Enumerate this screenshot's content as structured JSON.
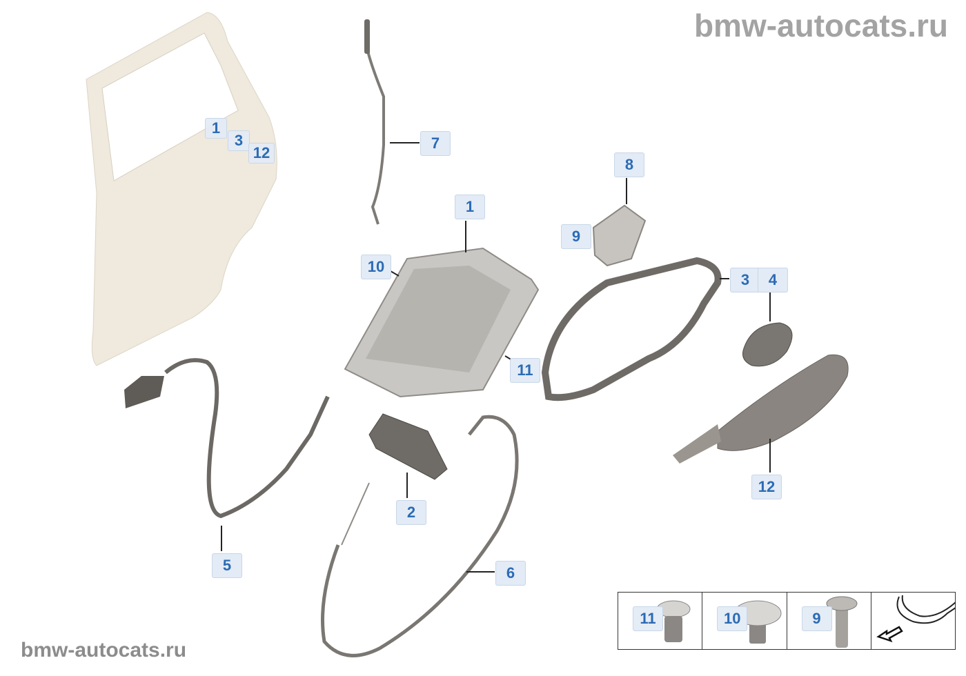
{
  "watermark": {
    "top": "bmw-autocats.ru",
    "bottom": "bmw-autocats.ru"
  },
  "door_callouts": [
    "1",
    "3",
    "12"
  ],
  "labels": {
    "rod": "7",
    "striker": "8",
    "lock": "1",
    "screw_striker": "9",
    "screw_lock_top": "10",
    "carrier": "3",
    "cover": "4",
    "screw_lock_bottom": "11",
    "handle": "12",
    "cap": "2",
    "cable_inner": "5",
    "cable_outer": "6"
  },
  "reference_box": [
    {
      "label": "11",
      "icon": "torx-screw-short"
    },
    {
      "label": "10",
      "icon": "torx-screw-pan-head"
    },
    {
      "label": "9",
      "icon": "torx-screw-countersunk"
    },
    {
      "icon": "vehicle-direction-arrow"
    }
  ],
  "colors": {
    "label_bg": "#e2ebf6",
    "label_text": "#2c6bb4",
    "door": "#efe9de",
    "part": "#8a8580"
  }
}
